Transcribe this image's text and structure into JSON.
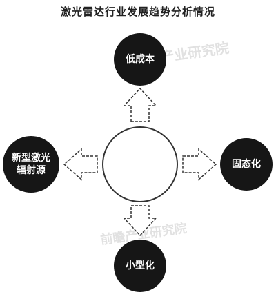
{
  "title": "激光雷达行业发展趋势分析情况",
  "center": {
    "label": ""
  },
  "nodes": {
    "top": "低成本",
    "right": "固态化",
    "bottom": "小型化",
    "left_line1": "新型激光",
    "left_line2": "辐射源"
  },
  "watermark": {
    "text1": "产业研究院",
    "text2": "前瞻产业研究院"
  },
  "colors": {
    "node_fill": "#161616",
    "node_text": "#ffffff",
    "arrow_stroke": "#333333"
  }
}
